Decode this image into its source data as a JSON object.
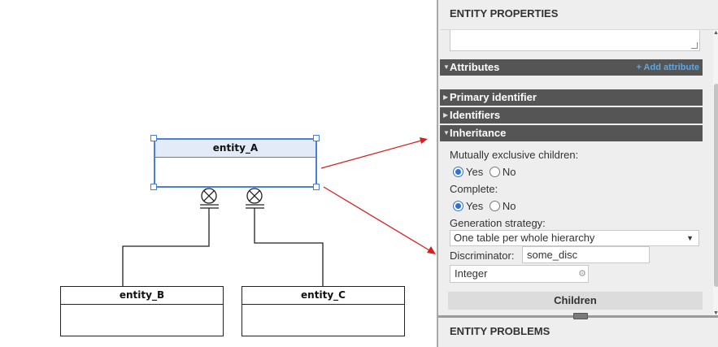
{
  "diagram": {
    "entity_a": {
      "name": "entity_A"
    },
    "entity_b": {
      "name": "entity_B"
    },
    "entity_c": {
      "name": "entity_C"
    }
  },
  "panel": {
    "title": "ENTITY PROPERTIES",
    "problems_title": "ENTITY PROBLEMS",
    "sections": {
      "attributes": {
        "label": "Attributes",
        "add_link": "+ Add attribute"
      },
      "primary_identifier": {
        "label": "Primary identifier"
      },
      "identifiers": {
        "label": "Identifiers"
      },
      "inheritance": {
        "label": "Inheritance"
      }
    },
    "inheritance": {
      "mutually_exclusive_label": "Mutually exclusive children:",
      "complete_label": "Complete:",
      "yes_label": "Yes",
      "no_label": "No",
      "mutually_exclusive_value": "Yes",
      "complete_value": "Yes",
      "generation_strategy_label": "Generation strategy:",
      "generation_strategy_value": "One table per whole hierarchy",
      "discriminator_label": "Discriminator:",
      "discriminator_value": "some_disc",
      "discriminator_type": "Integer",
      "children_header": "Children"
    }
  },
  "colors": {
    "selection": "#4a7fd4",
    "section_bar": "#555555",
    "annotation_arrow": "#d42020",
    "link": "#5aa8e8"
  }
}
